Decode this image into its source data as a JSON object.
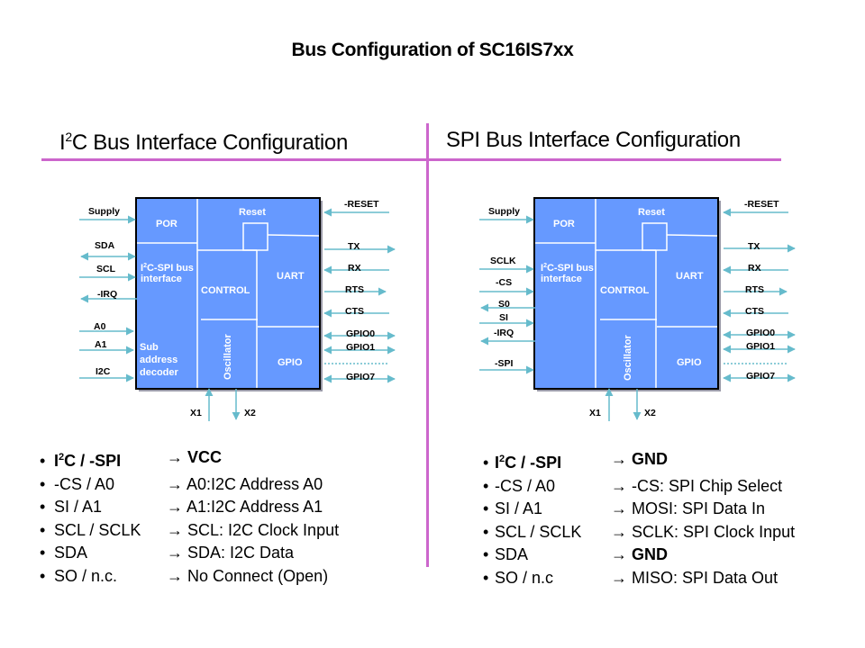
{
  "title": "Bus Configuration of SC16IS7xx",
  "colors": {
    "divider": "#cc66cc",
    "chip_fill": "#6699ff",
    "chip_border": "#000000",
    "chip_shadow": "#999999",
    "chip_lines": "#ffffff",
    "arrow": "#66bbcc"
  },
  "left": {
    "heading_pre": "I",
    "heading_sup": "2",
    "heading_post": "C Bus Interface Configuration",
    "diagram": {
      "blocks": {
        "por": "POR",
        "reset": "Reset",
        "bus_if_line1_pre": "I",
        "bus_if_line1_sup": "2",
        "bus_if_line1_post": "C-SPI bus",
        "bus_if_line2": "interface",
        "control": "CONTROL",
        "uart": "UART",
        "sub_line1": "Sub",
        "sub_line2": "address",
        "sub_line3": "decoder",
        "oscillator": "Oscillator",
        "gpio": "GPIO"
      },
      "left_pins": [
        "Supply",
        "SDA",
        "SCL",
        "-IRQ",
        "A0",
        "A1",
        "I2C"
      ],
      "right_pins": [
        "-RESET",
        "TX",
        "RX",
        "RTS",
        "CTS",
        "GPIO0",
        "GPIO1",
        "GPIO7"
      ],
      "bottom_pins": [
        "X1",
        "X2"
      ]
    },
    "bullets": [
      {
        "pin_pre": "I",
        "pin_sup": "2",
        "pin_post": "C / -SPI",
        "arrow": "→",
        "desc": "VCC",
        "bold": true
      },
      {
        "pin_pre": "-CS / A0",
        "pin_sup": "",
        "pin_post": "",
        "arrow": "→",
        "desc": "A0:I2C Address A0",
        "bold": false
      },
      {
        "pin_pre": "SI / A1",
        "pin_sup": "",
        "pin_post": "",
        "arrow": "→",
        "desc": "A1:I2C Address A1",
        "bold": false
      },
      {
        "pin_pre": "SCL / SCLK",
        "pin_sup": "",
        "pin_post": "",
        "arrow": "→",
        "desc": "SCL: I2C Clock Input",
        "bold": false
      },
      {
        "pin_pre": "SDA",
        "pin_sup": "",
        "pin_post": "",
        "arrow": "→",
        "desc": "SDA: I2C Data",
        "bold": false
      },
      {
        "pin_pre": "SO / n.c.",
        "pin_sup": "",
        "pin_post": "",
        "arrow": "→",
        "desc": "No Connect (Open)",
        "bold": false
      }
    ]
  },
  "right": {
    "heading": "SPI Bus Interface Configuration",
    "diagram": {
      "blocks": {
        "por": "POR",
        "reset": "Reset",
        "bus_if_line1_pre": "I",
        "bus_if_line1_sup": "2",
        "bus_if_line1_post": "C-SPI bus",
        "bus_if_line2": "interface",
        "control": "CONTROL",
        "uart": "UART",
        "oscillator": "Oscillator",
        "gpio": "GPIO"
      },
      "left_pins": [
        "Supply",
        "SCLK",
        "-CS",
        "S0",
        "SI",
        "-IRQ",
        "-SPI"
      ],
      "right_pins": [
        "-RESET",
        "TX",
        "RX",
        "RTS",
        "CTS",
        "GPIO0",
        "GPIO1",
        "GPIO7"
      ],
      "bottom_pins": [
        "X1",
        "X2"
      ]
    },
    "bullets": [
      {
        "pin_pre": "I",
        "pin_sup": "2",
        "pin_post": "C / -SPI",
        "arrow": "→",
        "desc": "GND",
        "bold": true,
        "desc_bold": true
      },
      {
        "pin_pre": "-CS / A0",
        "pin_sup": "",
        "pin_post": "",
        "arrow": "→",
        "desc": "-CS: SPI Chip Select",
        "bold": false
      },
      {
        "pin_pre": "SI / A1",
        "pin_sup": "",
        "pin_post": "",
        "arrow": "→",
        "desc": "MOSI: SPI Data In",
        "bold": false
      },
      {
        "pin_pre": "SCL / SCLK",
        "pin_sup": "",
        "pin_post": "",
        "arrow": "→",
        "desc": "SCLK: SPI Clock Input",
        "bold": false
      },
      {
        "pin_pre": "SDA",
        "pin_sup": "",
        "pin_post": "",
        "arrow": "→",
        "desc": "GND",
        "bold": false,
        "desc_bold": true
      },
      {
        "pin_pre": "SO / n.c",
        "pin_sup": "",
        "pin_post": "",
        "arrow": "→",
        "desc": "MISO: SPI Data Out",
        "bold": false
      }
    ]
  }
}
